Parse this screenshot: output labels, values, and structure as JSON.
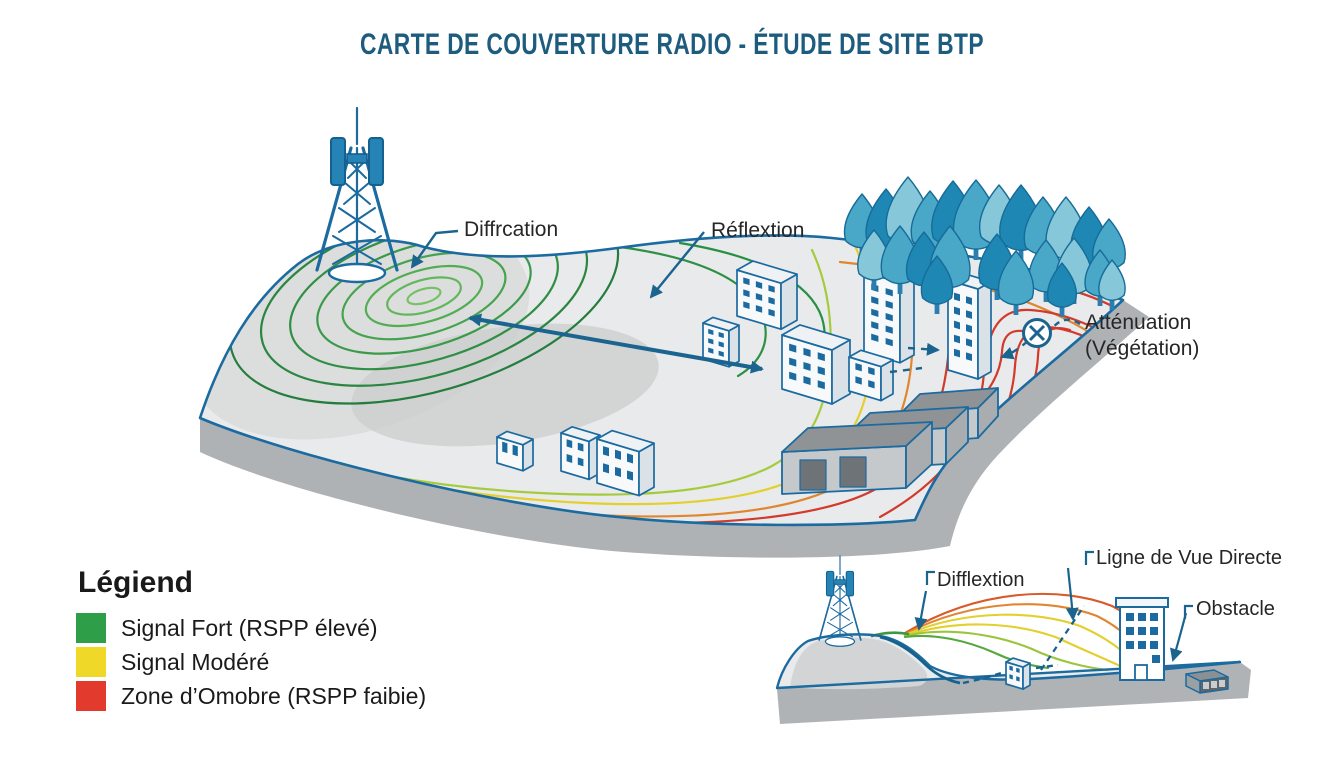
{
  "title": "CARTE DE COUVERTURE RADIO - ÉTUDE DE SITE BTP",
  "main_diagram": {
    "labels": {
      "diffraction": "Diffrcation",
      "reflection": "Réflextion",
      "attenuation_line1": "Atténuation",
      "attenuation_line2": "(Végétation)"
    },
    "symbols": [
      "radio-tower",
      "forest",
      "buildings",
      "warehouses",
      "circled-x-attenuation"
    ]
  },
  "legend": {
    "title": "Légiend",
    "items": [
      {
        "label": "Signal Fort (RSPP élevé)",
        "color": "#2f9e48"
      },
      {
        "label": "Signal Modéré",
        "color": "#f0d829"
      },
      {
        "label": "Zone d’Omobre (RSPP faibie)",
        "color": "#e23a2c"
      }
    ]
  },
  "side_diagram": {
    "labels": {
      "diffraction": "Difflextion",
      "line_of_sight": "Ligne de Vue Directe",
      "obstacle": "Obstacle"
    }
  },
  "colors": {
    "title_text": "#1d5c7e",
    "outline_blue": "#1b6aa0",
    "arrow_blue": "#1b648f",
    "signal_strong_green": "#2f9e48",
    "signal_moderate_yellow": "#f0d829",
    "signal_weak_red": "#e23a2c",
    "terrain_fill": "#e9eaeb",
    "terrain_side": "#aeb2b5"
  }
}
